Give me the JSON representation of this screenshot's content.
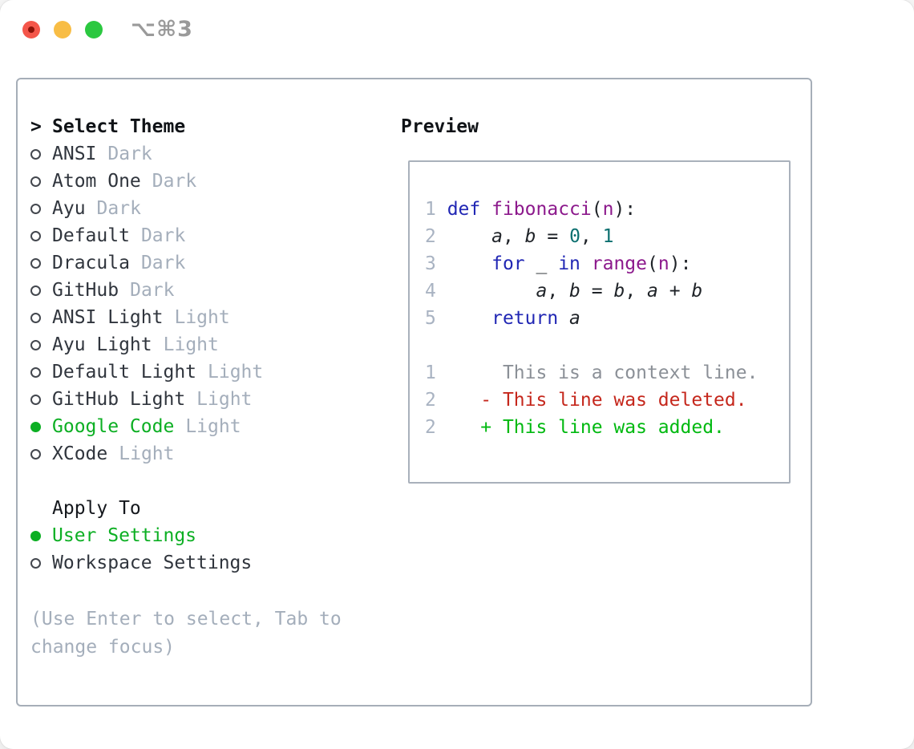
{
  "window": {
    "title": "⌥⌘3",
    "traffic_lights": [
      "close",
      "minimize",
      "zoom"
    ]
  },
  "theme_picker": {
    "cursor": ">",
    "header": "Select Theme",
    "items": [
      {
        "name": "ANSI",
        "tag": "Dark",
        "selected": false
      },
      {
        "name": "Atom One",
        "tag": "Dark",
        "selected": false
      },
      {
        "name": "Ayu",
        "tag": "Dark",
        "selected": false
      },
      {
        "name": "Default",
        "tag": "Dark",
        "selected": false
      },
      {
        "name": "Dracula",
        "tag": "Dark",
        "selected": false
      },
      {
        "name": "GitHub",
        "tag": "Dark",
        "selected": false
      },
      {
        "name": "ANSI Light",
        "tag": "Light",
        "selected": false
      },
      {
        "name": "Ayu Light",
        "tag": "Light",
        "selected": false
      },
      {
        "name": "Default Light",
        "tag": "Light",
        "selected": false
      },
      {
        "name": "GitHub Light",
        "tag": "Light",
        "selected": false
      },
      {
        "name": "Google Code",
        "tag": "Light",
        "selected": true
      },
      {
        "name": "XCode",
        "tag": "Light",
        "selected": false
      }
    ],
    "apply_to": {
      "header": "Apply To",
      "items": [
        {
          "label": "User Settings",
          "selected": true
        },
        {
          "label": "Workspace Settings",
          "selected": false
        }
      ]
    },
    "help_lines": [
      "(Use Enter to select, Tab to",
      "change focus)"
    ]
  },
  "preview": {
    "header": "Preview",
    "code_lines": [
      [
        {
          "t": "1 ",
          "c": "ln"
        },
        {
          "t": "def",
          "c": "kw"
        },
        {
          "t": " ",
          "c": "pl"
        },
        {
          "t": "fibonacci",
          "c": "fn"
        },
        {
          "t": "(",
          "c": "pl"
        },
        {
          "t": "n",
          "c": "fn"
        },
        {
          "t": "):",
          "c": "pl"
        }
      ],
      [
        {
          "t": "2 ",
          "c": "ln"
        },
        {
          "t": "    ",
          "c": "pl"
        },
        {
          "t": "a",
          "c": "var"
        },
        {
          "t": ", ",
          "c": "pl"
        },
        {
          "t": "b",
          "c": "var"
        },
        {
          "t": " = ",
          "c": "pl"
        },
        {
          "t": "0",
          "c": "num"
        },
        {
          "t": ", ",
          "c": "pl"
        },
        {
          "t": "1",
          "c": "num"
        }
      ],
      [
        {
          "t": "3 ",
          "c": "ln"
        },
        {
          "t": "    ",
          "c": "pl"
        },
        {
          "t": "for",
          "c": "kw"
        },
        {
          "t": " _ ",
          "c": "pl"
        },
        {
          "t": "in",
          "c": "kw"
        },
        {
          "t": " ",
          "c": "pl"
        },
        {
          "t": "range",
          "c": "fn"
        },
        {
          "t": "(",
          "c": "pl"
        },
        {
          "t": "n",
          "c": "fn"
        },
        {
          "t": "):",
          "c": "pl"
        }
      ],
      [
        {
          "t": "4 ",
          "c": "ln"
        },
        {
          "t": "        ",
          "c": "pl"
        },
        {
          "t": "a",
          "c": "var"
        },
        {
          "t": ", ",
          "c": "pl"
        },
        {
          "t": "b",
          "c": "var"
        },
        {
          "t": " = ",
          "c": "pl"
        },
        {
          "t": "b",
          "c": "var"
        },
        {
          "t": ", ",
          "c": "pl"
        },
        {
          "t": "a",
          "c": "var"
        },
        {
          "t": " + ",
          "c": "pl"
        },
        {
          "t": "b",
          "c": "var"
        }
      ],
      [
        {
          "t": "5 ",
          "c": "ln"
        },
        {
          "t": "    ",
          "c": "pl"
        },
        {
          "t": "return",
          "c": "kw"
        },
        {
          "t": " ",
          "c": "pl"
        },
        {
          "t": "a",
          "c": "var"
        }
      ],
      [],
      [
        {
          "t": "1 ",
          "c": "ln"
        },
        {
          "t": "     This is a context line.",
          "c": "ctx"
        }
      ],
      [
        {
          "t": "2 ",
          "c": "ln"
        },
        {
          "t": "   - This line was deleted.",
          "c": "del"
        }
      ],
      [
        {
          "t": "2 ",
          "c": "ln"
        },
        {
          "t": "   + This line was added.",
          "c": "add"
        }
      ]
    ]
  },
  "colors": {
    "accent_green": "#0caf23",
    "diff_added": "#00b910",
    "diff_deleted": "#c5271c",
    "keyword_blue": "#2127b4",
    "function_purple": "#8c198c",
    "number_teal": "#0b6f6f",
    "muted_gray": "#a4aebb",
    "panel_border": "#a6aeb8"
  }
}
